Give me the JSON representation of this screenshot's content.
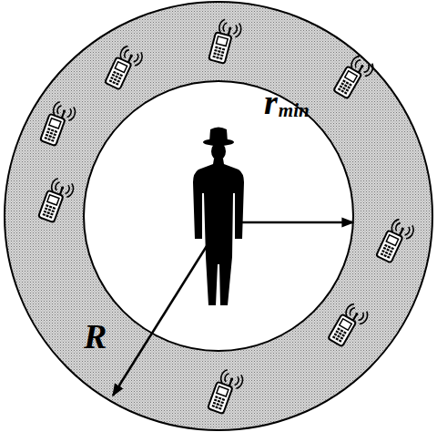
{
  "diagram": {
    "labels": [
      "r",
      "min",
      "R"
    ]
  }
}
